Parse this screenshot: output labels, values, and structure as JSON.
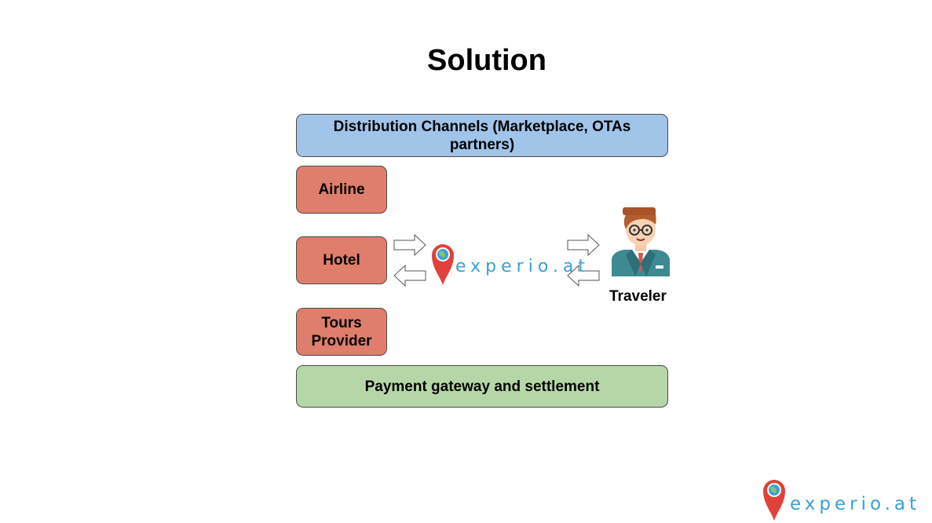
{
  "title": "Solution",
  "boxes": {
    "distribution": "Distribution Channels (Marketplace, OTAs partners)",
    "airline": "Airline",
    "hotel": "Hotel",
    "tours": "Tours Provider",
    "payment": "Payment gateway and settlement"
  },
  "center_logo": {
    "text": "experio.at",
    "icon": "map-pin-globe-icon"
  },
  "traveler": {
    "label": "Traveler",
    "icon": "traveler-person-icon"
  },
  "corner_logo": {
    "text": "experio.at",
    "icon": "map-pin-globe-icon"
  },
  "colors": {
    "distribution": "#a1c4e9",
    "providers": "#df7e6b",
    "payment": "#b5d7a7",
    "logo_text": "#3a9fd8",
    "logo_pin": "#e0413a"
  }
}
